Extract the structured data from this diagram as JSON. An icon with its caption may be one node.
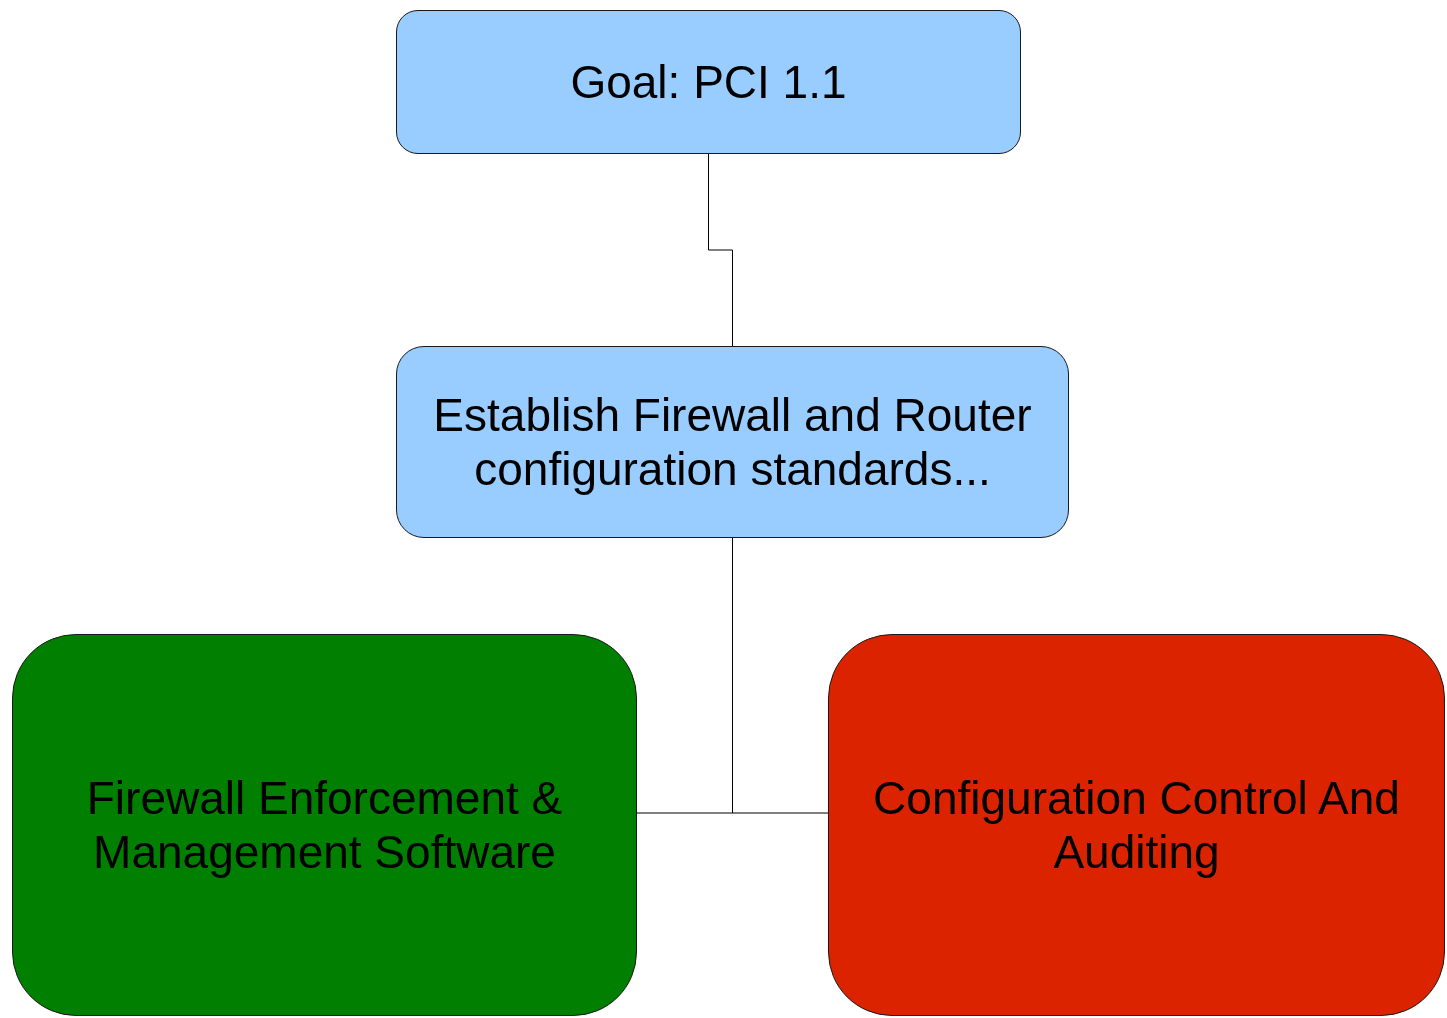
{
  "diagram": {
    "nodes": [
      {
        "text": [
          "Goal: PCI 1.1"
        ]
      },
      {
        "text": [
          "Establish Firewall and Router configuration standards..."
        ]
      },
      {
        "text": [
          "Firewall Enforcement & Management Software"
        ]
      },
      {
        "text": [
          "Configuration Control And Auditing"
        ]
      }
    ],
    "edges": [
      {
        "from": 0,
        "to": 1,
        "arrow": "none"
      },
      {
        "from": 1,
        "to": 2,
        "arrow": "none"
      },
      {
        "from": 1,
        "to": 3,
        "arrow": "none"
      }
    ]
  }
}
